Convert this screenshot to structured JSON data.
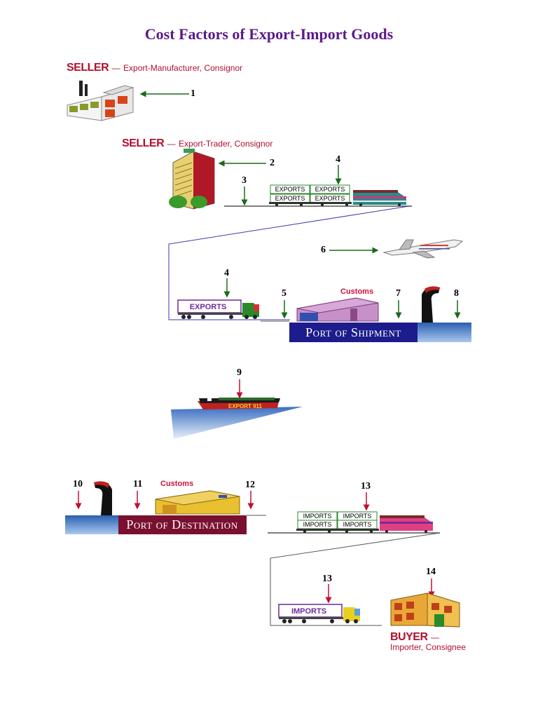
{
  "title": "Cost Factors of Export-Import Goods",
  "seller1": {
    "role": "SELLER",
    "dash": "—",
    "desc": "Export-Manufacturer, Consignor"
  },
  "seller2": {
    "role": "SELLER",
    "dash": "—",
    "desc": "Export-Trader, Consignor"
  },
  "buyer": {
    "role": "BUYER",
    "dash": "—",
    "desc": "Importer, Consignee"
  },
  "steps": [
    "1",
    "2",
    "3",
    "4",
    "4",
    "5",
    "6",
    "7",
    "8",
    "9",
    "10",
    "11",
    "12",
    "13",
    "13",
    "14"
  ],
  "labels": {
    "exports": "EXPORTS",
    "imports": "IMPORTS",
    "customs": "Customs",
    "port_shipment": "Port of Shipment",
    "port_destination": "Port of Destination",
    "ship_name": "EXPORT 911"
  },
  "colors": {
    "title": "#5a1a8a",
    "red_text": "#b01030",
    "export_arrow": "#1a6b1a",
    "import_arrow": "#c01030",
    "port_shipment_bg": "#1c1c8c",
    "port_destination_bg": "#7a1030"
  }
}
